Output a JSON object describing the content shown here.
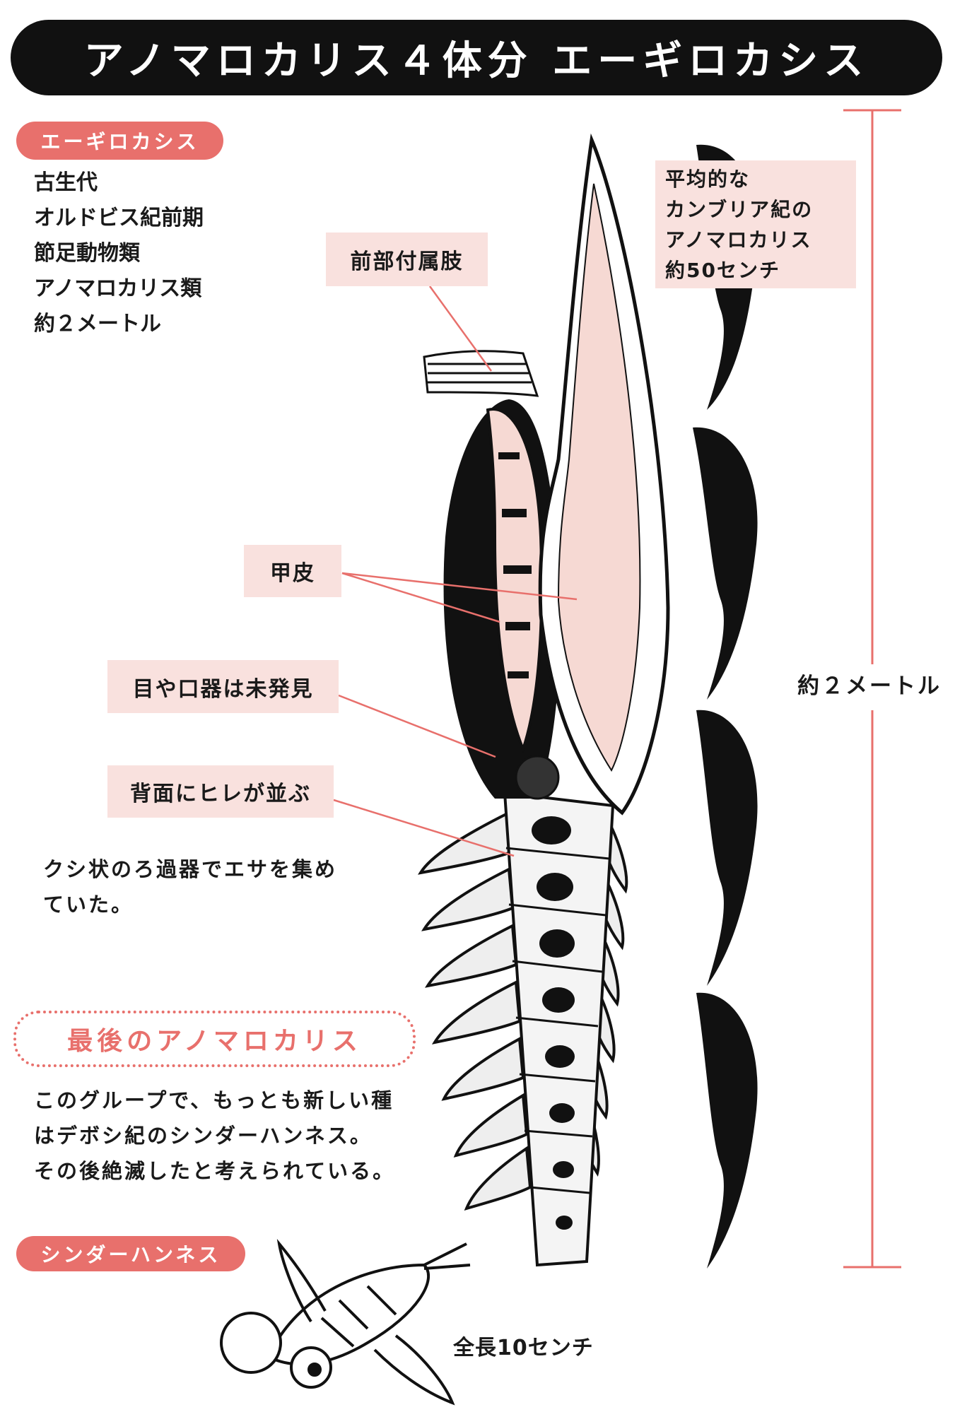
{
  "title": "アノマロカリス４体分 エーギロカシス",
  "species_badge": "エーギロカシス",
  "species_info": [
    "古生代",
    "オルドビス紀前期",
    "節足動物類",
    "アノマロカリス類",
    "約２メートル"
  ],
  "labels": {
    "appendage": "前部付属肢",
    "carapace": "甲皮",
    "eyes": "目や口器は未発見",
    "fins": "背面にヒレが並ぶ"
  },
  "comparison": [
    "平均的な",
    "カンブリア紀の",
    "アノマロカリス",
    "約50センチ"
  ],
  "scale_label": "約２メートル",
  "filter_text": [
    "クシ状のろ過器でエサを集め",
    "ていた。"
  ],
  "last_heading": "最後のアノマロカリス",
  "last_text": [
    "このグループで、もっとも新しい種",
    "はデボシ紀のシンダーハンネス。",
    "その後絶滅したと考えられている。"
  ],
  "schinder_badge": "シンダーハンネス",
  "schinder_length": "全長10センチ",
  "colors": {
    "accent": "#e8706c",
    "label_bg": "#f9e1de",
    "title_bg": "#111111"
  }
}
